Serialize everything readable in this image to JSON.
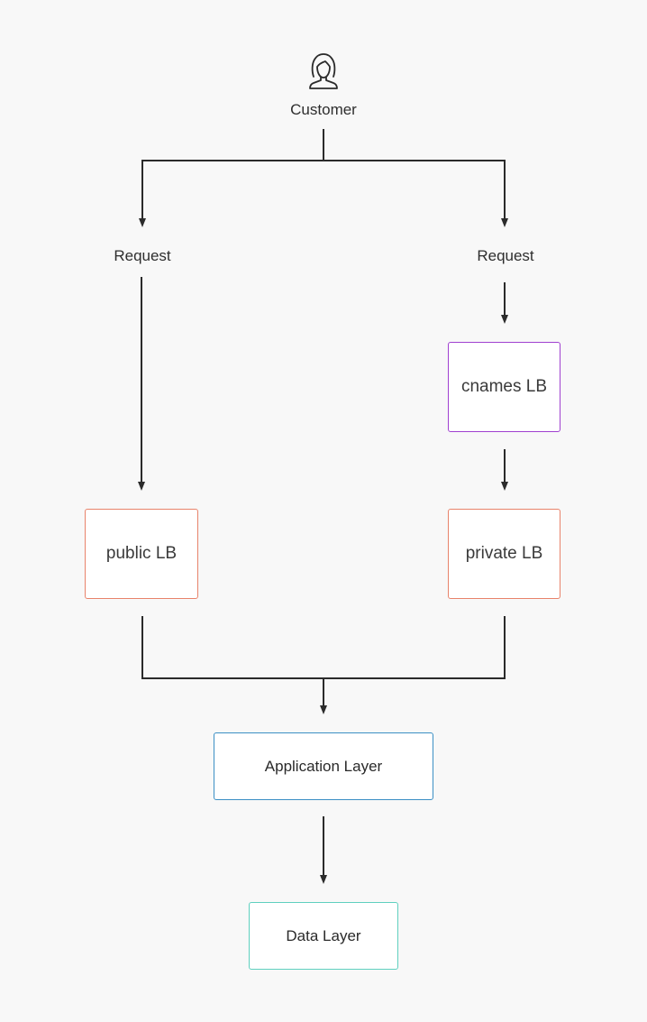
{
  "customer": {
    "label": "Customer",
    "icon": "person-icon"
  },
  "left_branch": {
    "request_label": "Request",
    "lb_label": "public LB",
    "lb_border": "#e8836b"
  },
  "right_branch": {
    "request_label": "Request",
    "cnames_label": "cnames LB",
    "cnames_border": "#a040d0",
    "lb_label": "private LB",
    "lb_border": "#e8836b"
  },
  "application_layer": {
    "label": "Application Layer",
    "border": "#3b8fc4"
  },
  "data_layer": {
    "label": "Data Layer",
    "border": "#5fd0bf"
  },
  "colors": {
    "line": "#2b2b2b",
    "background": "#f8f8f8"
  }
}
